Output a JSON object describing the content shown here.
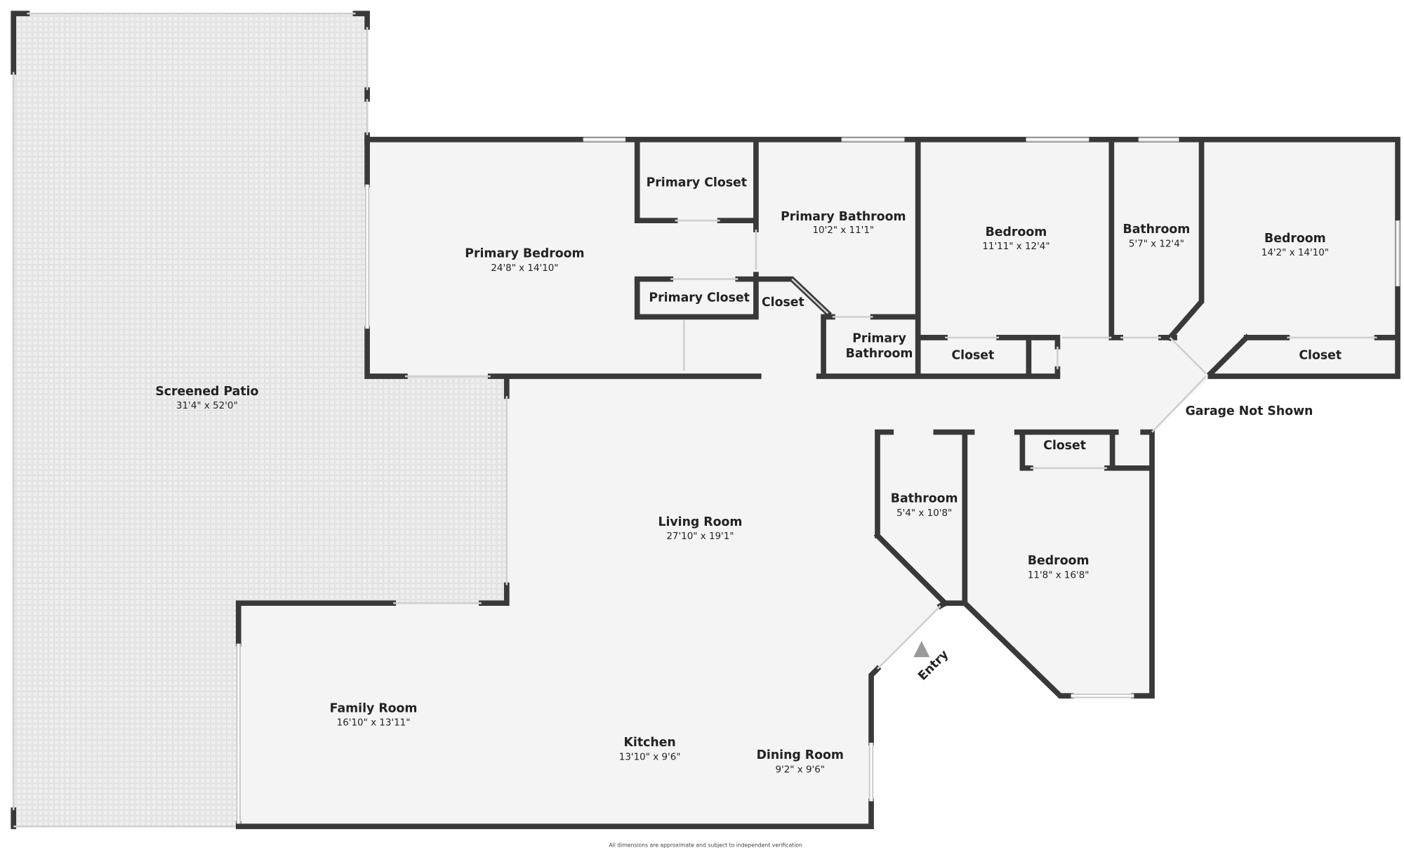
{
  "colors": {
    "wall": "#393939",
    "floor": "#f4f4f4",
    "patio": "#eeeeee"
  },
  "rooms": {
    "screened_patio": {
      "name": "Screened Patio",
      "dims": "31'4\" x 52'0\""
    },
    "primary_bedroom": {
      "name": "Primary Bedroom",
      "dims": "24'8\" x 14'10\""
    },
    "primary_closet_1": {
      "name": "Primary Closet"
    },
    "primary_closet_2": {
      "name": "Primary Closet"
    },
    "closet_primary_bath": {
      "name": "Closet"
    },
    "primary_bathroom_1": {
      "name": "Primary Bathroom",
      "dims": "10'2\" x 11'1\""
    },
    "primary_bathroom_2": {
      "name_line1": "Primary",
      "name_line2": "Bathroom"
    },
    "bedroom_1": {
      "name": "Bedroom",
      "dims": "11'11\" x 12'4\""
    },
    "closet_1": {
      "name": "Closet"
    },
    "bathroom_1": {
      "name": "Bathroom",
      "dims": "5'7\" x 12'4\""
    },
    "bedroom_2": {
      "name": "Bedroom",
      "dims": "14'2\" x 14'10\""
    },
    "closet_2": {
      "name": "Closet"
    },
    "garage": {
      "name": "Garage Not Shown"
    },
    "closet_3": {
      "name": "Closet"
    },
    "bathroom_2": {
      "name": "Bathroom",
      "dims": "5'4\" x 10'8\""
    },
    "bedroom_3": {
      "name": "Bedroom",
      "dims": "11'8\" x 16'8\""
    },
    "living_room": {
      "name": "Living Room",
      "dims": "27'10\" x 19'1\""
    },
    "family_room": {
      "name": "Family Room",
      "dims": "16'10\" x 13'11\""
    },
    "kitchen": {
      "name": "Kitchen",
      "dims": "13'10\" x 9'6\""
    },
    "dining_room": {
      "name": "Dining Room",
      "dims": "9'2\" x 9'6\""
    },
    "entry": {
      "name": "Entry"
    }
  },
  "disclaimer": "All dimensions are approximate and subject to independent verification"
}
